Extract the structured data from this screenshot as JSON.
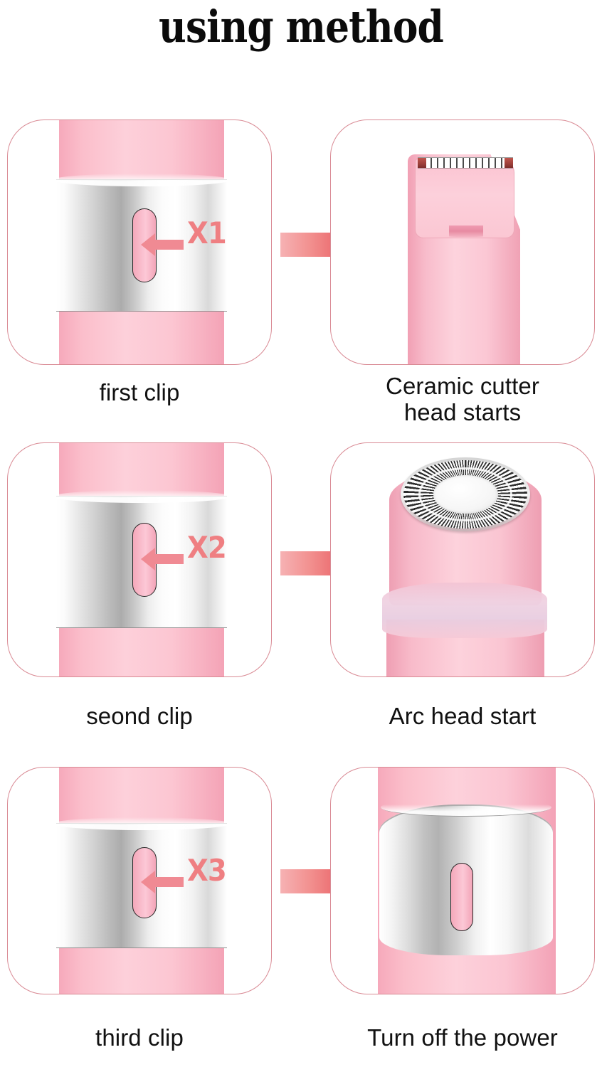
{
  "page": {
    "title": "using method",
    "background_color": "#ffffff",
    "accent_pink": "#f08a93",
    "arrow_color": "#ea6b70",
    "device_pink": "#fbc6d3",
    "panel_border_color": "#d98a94",
    "step_label_color": "#ef7f82"
  },
  "steps": [
    {
      "id": "step-1",
      "left": {
        "name": "first-clip-panel",
        "caption": "first clip",
        "press_label": "X1",
        "device": "clip-band-with-slot"
      },
      "right": {
        "name": "ceramic-cutter-head-panel",
        "caption": "Ceramic cutter\nhead starts",
        "device": "ceramic-cutter-head"
      }
    },
    {
      "id": "step-2",
      "left": {
        "name": "second-clip-panel",
        "caption": "seond clip",
        "press_label": "X2",
        "device": "clip-band-with-slot"
      },
      "right": {
        "name": "arc-head-panel",
        "caption": "Arc head start",
        "device": "arc-shaver-head"
      }
    },
    {
      "id": "step-3",
      "left": {
        "name": "third-clip-panel",
        "caption": "third clip",
        "press_label": "X3",
        "device": "clip-band-with-slot"
      },
      "right": {
        "name": "power-off-panel",
        "caption": "Turn off the power",
        "device": "angled-body-with-slot"
      }
    }
  ]
}
